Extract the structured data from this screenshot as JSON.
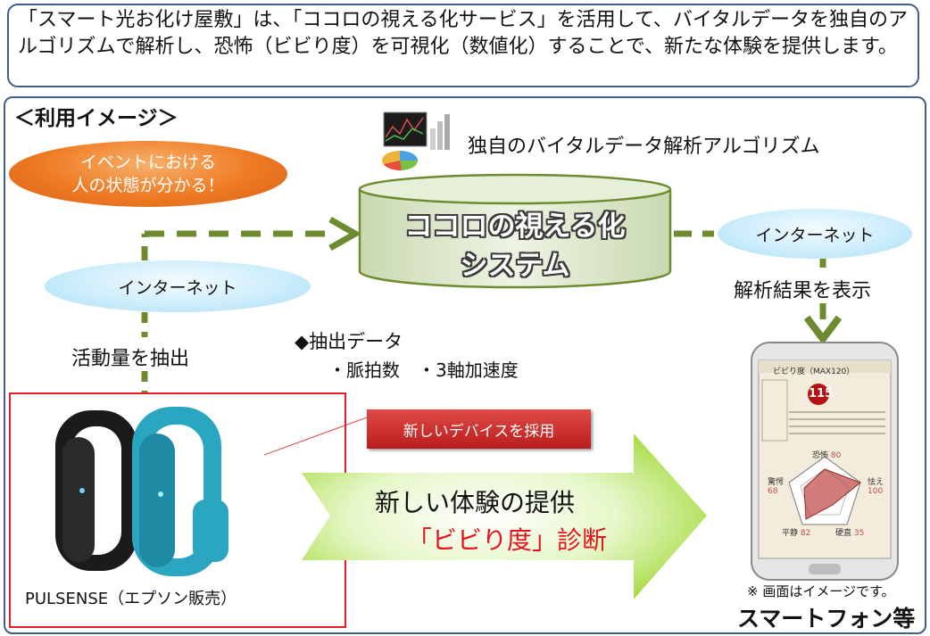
{
  "intro_text": "「スマート光お化け屋敷」は、「ココロの視える化サービス」を活用して、バイタルデータを独自のアルゴリズムで解析し、恐怖（ビビり度）を可視化（数値化）することで、新たな体験を提供します。",
  "usage_heading": "＜利用イメージ＞",
  "event_bubble": "イベントにおける\n人の状態が分かる！",
  "internet_left": "インターネット",
  "internet_right": "インターネット",
  "algorithm_label": "独自のバイタルデータ解析アルゴリズム",
  "system_name": "ココロの視える化\nシステム",
  "activity_label": "活動量を抽出",
  "extract_heading": "◆抽出データ",
  "extract_items": "・脈拍数　・3軸加速度",
  "device_name": "PULSENSE（エプソン販売）",
  "adopt_button": "新しいデバイスを採用",
  "arrow_line1": "新しい体験の提供",
  "arrow_line2": "「ビビり度」診断",
  "result_label": "解析結果を表示",
  "screen_note": "※ 画面はイメージです。",
  "smartphone_label": "スマートフォン等",
  "phone_screen": {
    "title": "ビビり度（MAX120）",
    "score": "115",
    "radar_labels": [
      {
        "label": "恐怖",
        "value": "80"
      },
      {
        "label": "怯え",
        "value": "100"
      },
      {
        "label": "硬直",
        "value": "35"
      },
      {
        "label": "平静",
        "value": "82"
      },
      {
        "label": "驚愕",
        "value": "68"
      }
    ]
  },
  "colors": {
    "frame_border": "#3f5f8a",
    "device_border": "#e0202a",
    "flow_arrow": "#6f8b2f",
    "event_orange": "#ee7a22",
    "internet_blue": "#c9ecfb",
    "system_green": "#d9e6c6",
    "big_arrow_green": "#b6e356",
    "highlight_red": "#e5141c"
  }
}
